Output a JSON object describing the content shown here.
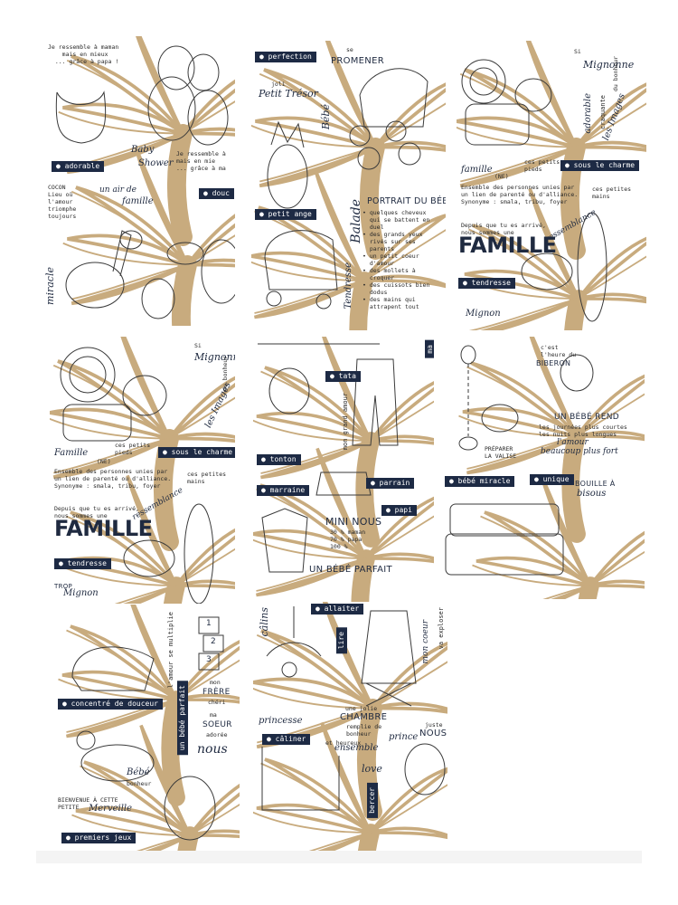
{
  "colors": {
    "navy": "#1d2a44",
    "kraft": "#c8ab7e",
    "line": "#3a3a3a"
  },
  "sheet1": {
    "text1": "Je ressemble à maman\n    mais en mieux\n  ... grâce à papa !",
    "script1": "Baby",
    "script2": "Shower",
    "text2": "Je ressemble à\nmais en mie\n... grâce à ma",
    "label_adorable": "adorable",
    "label_douc": "douc",
    "text3": "COCON\nLieu où\nl'amour\ntriomphe\ntoujours",
    "script3": "un air de",
    "script4": "famille",
    "vscript": "miracle"
  },
  "sheet2": {
    "label_perfection": "perfection",
    "se": "se",
    "promener": "PROMENER",
    "joli": "joli",
    "petit_tresor": "Petit Trésor",
    "bebe": "Bébé",
    "balade": "Balade",
    "portrait": "PORTRAIT DU BÉBÉ",
    "portrait_list": "• quelques cheveux\n  qui se battent en\n  duel\n• des grands yeux\n  rivés sur ses\n  parents\n• un petit coeur\n  d'amour\n• des mollets à\n  croquer\n• des cuissots bien\n  dodus\n• des mains qui\n  attrapent tout",
    "label_petit_ange": "petit ange",
    "tendresse_v": "Tendresse"
  },
  "sheet3": {
    "si": "Si",
    "mignonne": "Mignonne",
    "adorable_v": "adorable",
    "vt1": "craquante",
    "les_images": "les Images",
    "du_bonheur": "du bonheur",
    "famille_ne": "famille",
    "ne": "(NE)",
    "petits_pieds": "ces petits\npieds",
    "label_sous_charme": "sous le charme",
    "def": "Ensemble des personnes unies par\nun lien de parenté ou d'alliance.\nSynonyme : smala, tribu, foyer",
    "petites_mains": "ces petites\nmains",
    "depuis": "Depuis que tu es arrivé,\nnous sommes une",
    "famille_big": "FAMILLE",
    "ressemblance": "ressemblance",
    "label_tendresse": "tendresse",
    "trop_mignon": "Mignon"
  },
  "sheet4": {
    "si": "Si",
    "mignonne": "Mignonne",
    "les_images": "les Images",
    "du_bonheur": "du bonheur",
    "famille": "Famille",
    "ne": "(NE)",
    "petits_pieds": "ces petits\npieds",
    "label_sous_charme": "sous le charme",
    "def": "Ensemble des personnes unies par\nun lien de parenté ou d'alliance.\nSynonyme : smala, tribu, foyer",
    "petites_mains": "ces petites\nmains",
    "depuis": "Depuis que tu es arrivé,\nnous sommes une",
    "famille_big": "FAMILLE",
    "ressemblance": "ressemblance",
    "label_tendresse": "tendresse",
    "trop": "TROP",
    "mignon": "Mignon"
  },
  "sheet5": {
    "label_ma": "ma",
    "label_tata": "tata",
    "vt1": "mon grand amour",
    "label_tonton": "tonton",
    "label_parrain": "parrain",
    "label_marraine": "marraine",
    "label_papi": "papi",
    "mini_nous": "MINI NOUS",
    "mini_sub": "30 % maman\n70 % papa\n100 %",
    "bebe_parfait": "UN BÉBÉ PARFAIT"
  },
  "sheet6": {
    "cest": "c'est\nl'heure du",
    "biberon": "BIBERON",
    "bebe_rend": "UN BÉBÉ REND",
    "bebe_rend_sub": "les journées plus courtes\nles nuits plus longues",
    "lamour": "l'amour",
    "plus_fort": "beaucoup plus fort",
    "preparer": "PRÉPARER\nLA VALISE",
    "label_bebe_miracle": "bébé miracle",
    "label_unique": "unique",
    "bouille": "BOUILLE À",
    "bisous": "bisous"
  },
  "sheet7": {
    "vt1": "l'amour\nse multiplie",
    "n1": "1",
    "n2": "2",
    "n3": "3",
    "label_concentre": "concentré de douceur",
    "label_bebe_parfait": "un bébé parfait",
    "mon": "mon",
    "frere": "FRÈRE",
    "cheri": "chéri",
    "ma": "ma",
    "soeur": "SOEUR",
    "adoree": "adorée",
    "nous": "nous",
    "bebe": "Bébé",
    "bonheur": "bonheur",
    "bienvenue": "BIENVENUE À CETTE\nPETITE",
    "merveille": "Merveille",
    "label_premiers_jeux": "premiers jeux"
  },
  "sheet8": {
    "calins_v": "câlins",
    "label_allaiter": "allaiter",
    "label_lire": "lire",
    "vt_mon": "mon\ncoeur",
    "vt_eclater": "va exploser",
    "une_jolie": "une jolie",
    "chambre": "CHAMBRE",
    "remplie": "remplie de\nbonheur",
    "princesse": "princesse",
    "juste": "juste",
    "nous": "NOUS",
    "label_caliner": "câliner",
    "heureux": "et heureux",
    "ensemble": "ensemble",
    "prince": "prince",
    "love": "love",
    "label_bercer": "bercer"
  }
}
